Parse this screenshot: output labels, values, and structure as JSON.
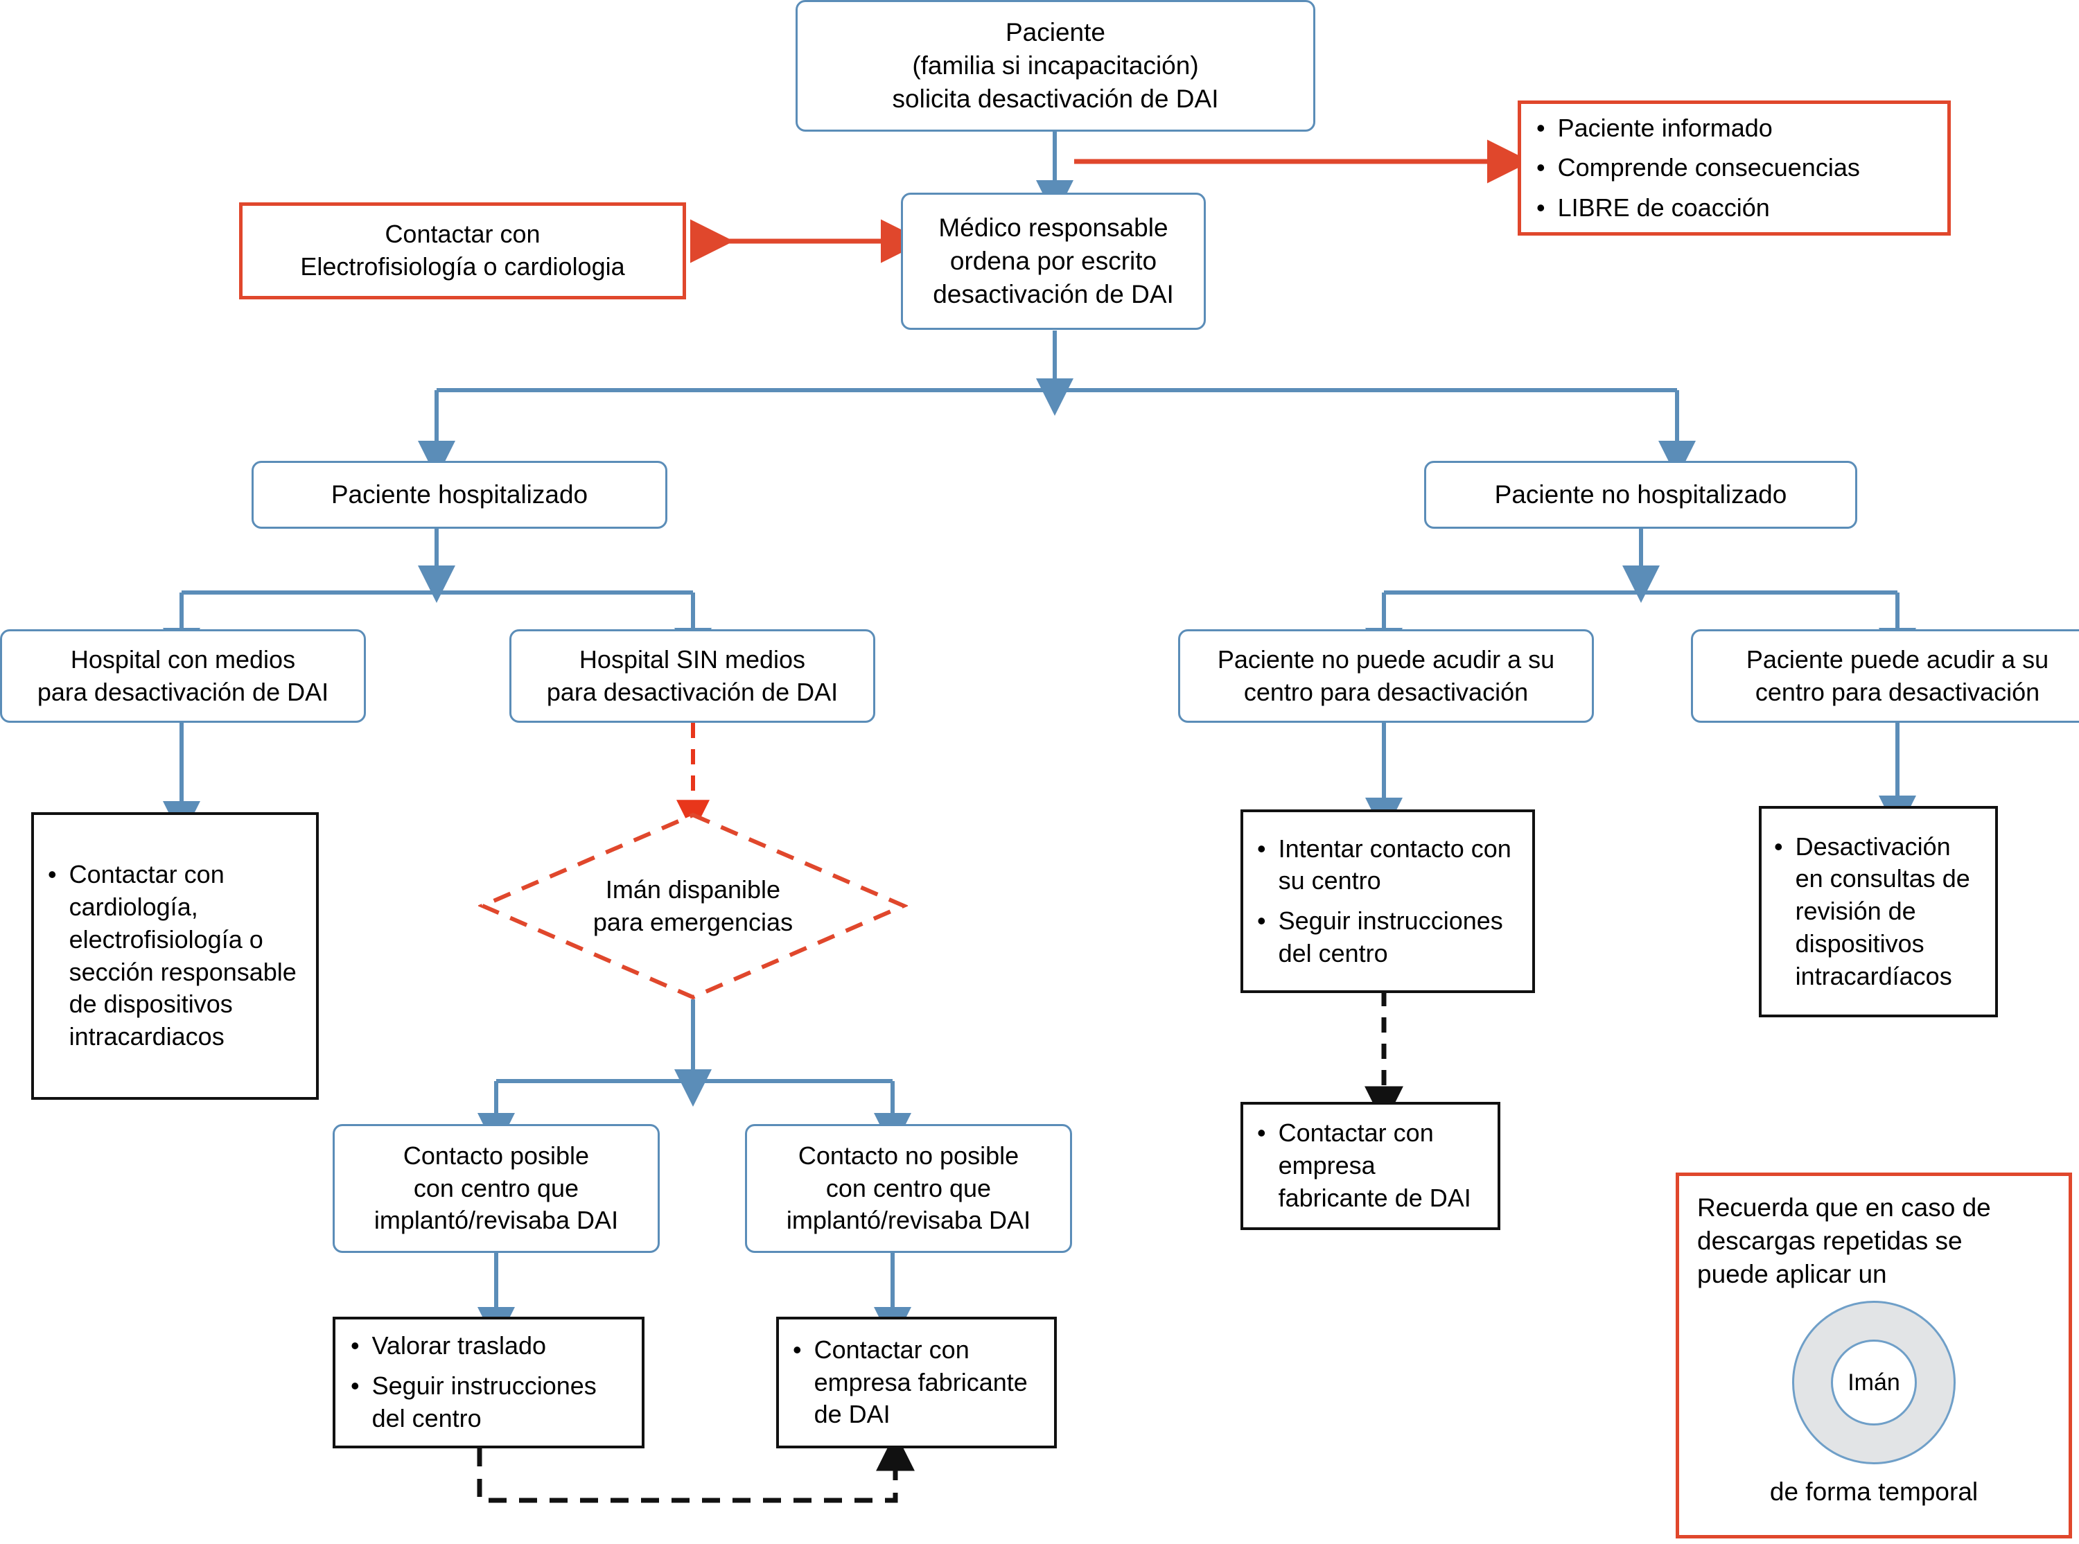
{
  "title": "Algoritmo de desactivación de DAI",
  "colors": {
    "blue_stroke": "#5b8db8",
    "red_stroke": "#e0472c",
    "black_stroke": "#111111",
    "magnet_fill": "#e2e4e6",
    "background": "#ffffff"
  },
  "nodes": {
    "paciente": {
      "lines": [
        "Paciente",
        "(familia si incapacitación)",
        "solicita desactivación de DAI"
      ]
    },
    "condiciones": {
      "bullets": [
        "Paciente  informado",
        "Comprende consecuencias",
        "LIBRE de coacción"
      ]
    },
    "contactar_electro": {
      "lines": [
        "Contactar con",
        "Electrofisiología o cardiologia"
      ]
    },
    "medico": {
      "lines": [
        "Médico responsable",
        "ordena por escrito",
        "desactivación de DAI"
      ]
    },
    "hospitalizado": {
      "lines": [
        "Paciente hospitalizado"
      ]
    },
    "no_hospitalizado": {
      "lines": [
        "Paciente  no hospitalizado"
      ]
    },
    "hospital_con_medios": {
      "lines": [
        "Hospital con medios",
        "para desactivación de DAI"
      ]
    },
    "hospital_sin_medios": {
      "lines": [
        "Hospital SIN medios",
        "para desactivación de DAI"
      ]
    },
    "no_puede_acudir": {
      "lines": [
        "Paciente no puede acudir a su",
        "centro para desactivación"
      ]
    },
    "puede_acudir": {
      "lines": [
        "Paciente puede acudir a su",
        "centro para desactivación"
      ]
    },
    "contactar_cardiologia": {
      "bullets": [
        "Contactar con cardiología, electrofisiología o sección responsable de dispositivos intracardiacos"
      ]
    },
    "iman_disponible": {
      "lines": [
        "Imán dispanible",
        "para emergencias"
      ]
    },
    "contacto_posible": {
      "lines": [
        "Contacto posible",
        "con centro que",
        "implantó/revisaba DAI"
      ]
    },
    "contacto_no_posible": {
      "lines": [
        "Contacto no posible",
        "con centro que",
        "implantó/revisaba DAI"
      ]
    },
    "valorar_traslado": {
      "bullets": [
        "Valorar traslado",
        "Seguir instrucciones del centro"
      ]
    },
    "contactar_empresa_izq": {
      "bullets": [
        "Contactar con empresa fabricante de DAI"
      ]
    },
    "intentar_contacto": {
      "bullets": [
        "Intentar contacto con su centro",
        "Seguir instrucciones del centro"
      ]
    },
    "contactar_empresa_der": {
      "bullets": [
        "Contactar con empresa fabricante de DAI"
      ]
    },
    "desactivacion_consultas": {
      "bullets": [
        "Desactivación en consultas de revisión de dispositivos intracardíacos"
      ]
    },
    "recuerda": {
      "top_lines": [
        "Recuerda que en caso de",
        "descargas repetidas se",
        "puede aplicar un"
      ],
      "magnet_label": "Imán",
      "bottom_line": "de forma temporal"
    }
  }
}
